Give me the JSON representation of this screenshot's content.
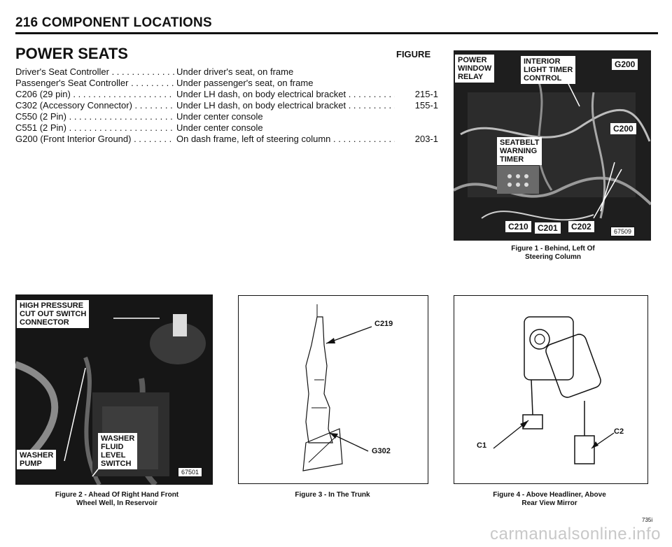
{
  "header": {
    "title": "216 COMPONENT LOCATIONS"
  },
  "section": {
    "title": "POWER SEATS",
    "figure_heading": "FIGURE"
  },
  "components": [
    {
      "name": "Driver's Seat Controller",
      "location": "Under driver's seat, on frame",
      "figure": ""
    },
    {
      "name": "Passenger's Seat Controller",
      "location": "Under passenger's seat, on frame",
      "figure": ""
    },
    {
      "name": "C206 (29 pin)",
      "location": "Under LH dash, on body electrical bracket",
      "figure": "215-1"
    },
    {
      "name": "C302 (Accessory Connector)",
      "location": "Under LH dash, on body electrical bracket",
      "figure": "155-1"
    },
    {
      "name": "C550 (2 Pin)",
      "location": "Under center console",
      "figure": ""
    },
    {
      "name": "C551 (2 Pin)",
      "location": "Under center console",
      "figure": ""
    },
    {
      "name": "G200 (Front Interior Ground)",
      "location": "On dash frame, left of steering column",
      "figure": "203-1"
    }
  ],
  "figure1": {
    "labels": {
      "power_window_relay": "POWER\nWINDOW\nRELAY",
      "interior_light_timer": "INTERIOR\nLIGHT TIMER\nCONTROL",
      "g200": "G200",
      "c200": "C200",
      "seatbelt_timer": "SEATBELT\nWARNING\nTIMER",
      "c210": "C210",
      "c201": "C201",
      "c202": "C202",
      "ref": "67509"
    },
    "caption": "Figure 1 - Behind, Left Of\nSteering Column"
  },
  "figure2": {
    "labels": {
      "cutout_switch": "HIGH PRESSURE\nCUT OUT SWITCH\nCONNECTOR",
      "washer_pump": "WASHER\nPUMP",
      "fluid_switch": "WASHER\nFLUID\nLEVEL\nSWITCH",
      "ref": "67501"
    },
    "caption": "Figure 2 - Ahead Of Right Hand Front\nWheel Well, In Reservoir"
  },
  "figure3": {
    "labels": {
      "c219": "C219",
      "g302": "G302"
    },
    "caption": "Figure 3 - In The Trunk"
  },
  "figure4": {
    "labels": {
      "c1": "C1",
      "c2": "C2"
    },
    "caption": "Figure 4 - Above Headliner, Above\nRear View Mirror"
  },
  "footer": {
    "page_code": "735i",
    "watermark": "carmanualsonline.info"
  }
}
